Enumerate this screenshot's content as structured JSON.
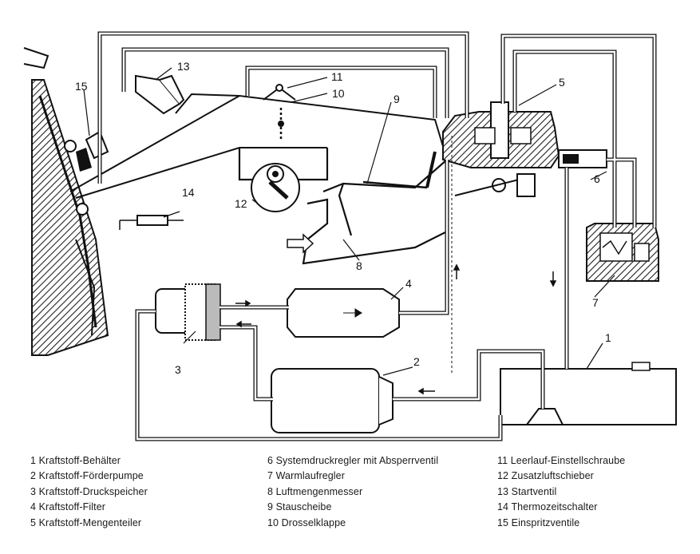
{
  "diagram": {
    "callouts": [
      "1",
      "2",
      "3",
      "4",
      "5",
      "6",
      "7",
      "8",
      "9",
      "10",
      "11",
      "12",
      "13",
      "14",
      "15"
    ]
  },
  "legend": {
    "columns": [
      [
        "1 Kraftstoff-Behälter",
        "2 Kraftstoff-Förderpumpe",
        "3 Kraftstoff-Druckspeicher",
        "4 Kraftstoff-Filter",
        "5 Kraftstoff-Mengenteiler"
      ],
      [
        "6 Systemdruckregler mit Absperrventil",
        "7 Warmlaufregler",
        "8 Luftmengenmesser",
        "9 Stauscheibe",
        "10 Drosselklappe"
      ],
      [
        "11 Leerlauf-Einstellschraube",
        "12 Zusatzluftschieber",
        "13 Startventil",
        "14 Thermozeitschalter",
        "15 Einspritzventile"
      ]
    ]
  }
}
